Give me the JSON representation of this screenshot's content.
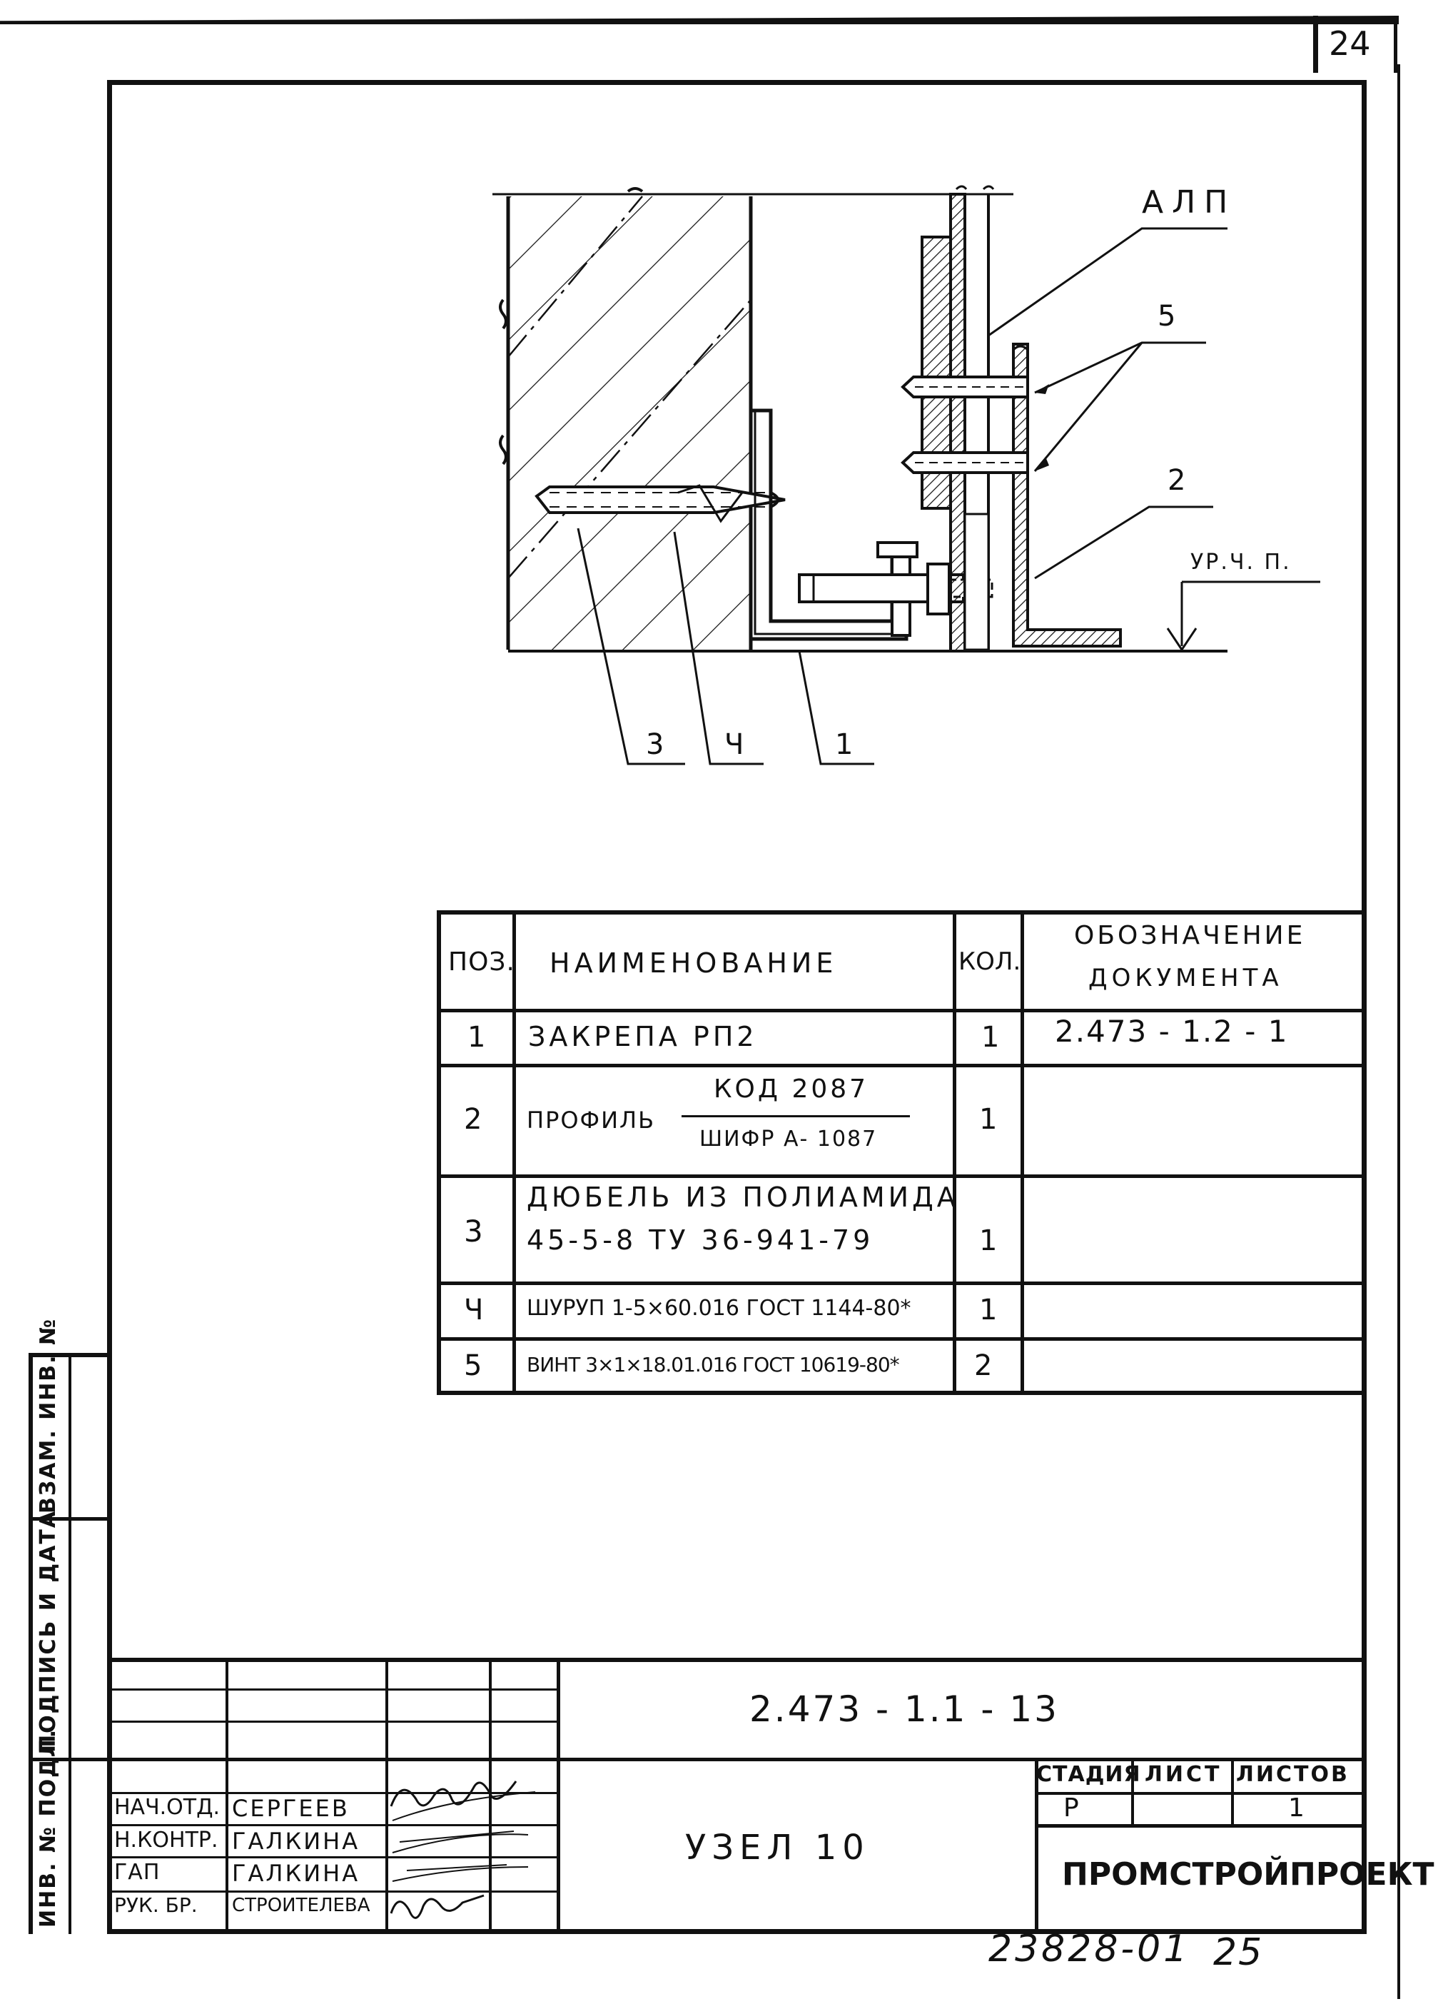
{
  "sheet_number": "24",
  "drawing": {
    "label_alp": "АЛП",
    "label_5": "5",
    "label_2": "2",
    "label_level": "УР.Ч. П.",
    "label_3": "3",
    "label_4": "Ч",
    "label_1": "1"
  },
  "spec_table": {
    "headers": {
      "pos": "ПОЗ.",
      "name": "НАИМЕНОВАНИЕ",
      "qty": "КОЛ.",
      "doc_line1": "ОБОЗНАЧЕНИЕ",
      "doc_line2": "ДОКУМЕНТА"
    },
    "rows": [
      {
        "pos": "1",
        "name": "ЗАКРЕПА РП2",
        "qty": "1",
        "doc": "2.473 - 1.2 - 1"
      },
      {
        "pos": "2",
        "name": "ПРОФИЛЬ",
        "name_numerator": "КОД 2087",
        "name_denominator": "ШИФР А- 1087",
        "qty": "1",
        "doc": ""
      },
      {
        "pos": "3",
        "name_line1": "ДЮБЕЛЬ ИЗ ПОЛИАМИДА",
        "name_line2": "45-5-8 ТУ 36-941-79",
        "qty": "1",
        "doc": ""
      },
      {
        "pos": "Ч",
        "name": "ШУРУП 1-5×60.016 ГОСТ 1144-80*",
        "qty": "1",
        "doc": ""
      },
      {
        "pos": "5",
        "name": "ВИНТ 3×1×18.01.016 ГОСТ 10619-80*",
        "qty": "2",
        "doc": ""
      }
    ]
  },
  "side_stamp": {
    "vzam": "ВЗАМ. ИНВ. №",
    "podpis": "ПОДПИСЬ И ДАТА",
    "inv": "ИНВ. № ПОДЛ."
  },
  "title_block": {
    "doc_code": "2.473 - 1.1 - 13",
    "title": "УЗЕЛ 10",
    "stage_label": "СТАДИЯ",
    "sheet_label": "ЛИСТ",
    "sheets_label": "ЛИСТОВ",
    "stage_value": "Р",
    "sheet_value": "",
    "sheets_value": "1",
    "organization": "ПРОМСТРОЙПРОЕКТ",
    "people": [
      {
        "role": "НАЧ.ОТД.",
        "name": "СЕРГЕЕВ"
      },
      {
        "role": "Н.КОНТР.",
        "name": "ГАЛКИНА"
      },
      {
        "role": "ГАП",
        "name": "ГАЛКИНА"
      },
      {
        "role": "РУК. БР.",
        "name": "СТРОИТЕЛЕВА"
      }
    ]
  },
  "footer_number": "23828-01",
  "footer_page": "25"
}
